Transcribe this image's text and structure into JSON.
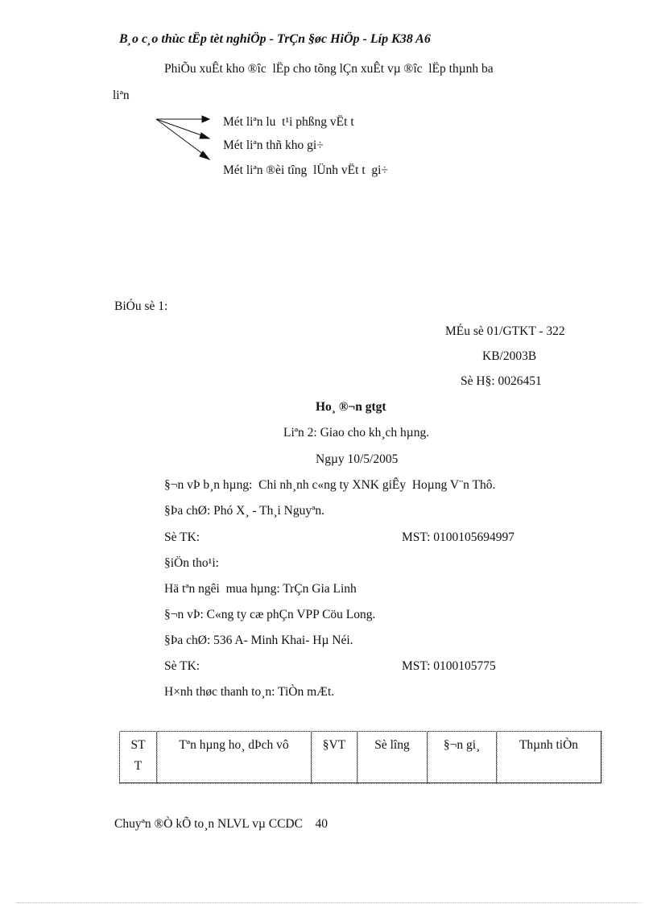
{
  "header": {
    "title": "B¸o c¸o thùc tËp tèt nghiÖp - TrÇn §øc HiÖp - Líp K38 A6"
  },
  "intro": {
    "line1": "PhiÕu xuÊt kho ®­îc  lËp cho tõng lÇn xuÊt vµ ®­îc  lËp thµnh ba",
    "line2": "liªn"
  },
  "copies": [
    "Mét liªn lu  t¹i phßng vËt t",
    "Mét liªn thñ kho gi÷",
    "Mét liªn ®èi tîng  lÜnh vËt t  gi÷"
  ],
  "figure": {
    "label": "BiÓu sè 1:"
  },
  "invoice": {
    "form_no": "MÉu sè 01/GTKT - 322",
    "series": "KB/2003B",
    "invoice_no": "Sè H§: 0026451",
    "title": "Ho¸ ®¬n gtgt",
    "copy": "Liªn 2: Giao cho kh¸ch hµng.",
    "date": "Ngµy 10/5/2005",
    "seller": {
      "name": "§¬n vÞ b¸n hµng:  Chi nh¸nh c«ng ty XNK giÊy  Hoµng V¨n Thô.",
      "address": "§Þa chØ: Phó X¸ - Th¸i Nguyªn.",
      "account_label": "Sè TK:",
      "tax_code": "MST: 0100105694997",
      "phone": "§iÖn tho¹i:"
    },
    "buyer": {
      "name": "Hä tªn ngêi  mua hµng: TrÇn Gia Linh",
      "unit": "§¬n vÞ: C«ng ty cæ phÇn VPP Cöu Long.",
      "address": "§Þa chØ: 536 A- Minh Khai- Hµ Néi.",
      "account_label": "Sè TK:",
      "tax_code": "MST: 0100105775",
      "payment": "H×nh thøc thanh to¸n: TiÒn mÆt."
    },
    "table": {
      "columns": [
        {
          "line1": "ST",
          "line2": "T",
          "width": 46
        },
        {
          "line1": "Tªn hµng ho¸  dÞch vô",
          "line2": "",
          "width": 192
        },
        {
          "line1": "§VT",
          "line2": "",
          "width": 57
        },
        {
          "line1": "Sè lîng",
          "line2": "",
          "width": 87
        },
        {
          "line1": "§¬n gi¸",
          "line2": "",
          "width": 86
        },
        {
          "line1": "Thµnh tiÒn",
          "line2": "",
          "width": 130
        }
      ]
    }
  },
  "footer": {
    "text": "Chuyªn ®Ò kÕ to¸n NLVL vµ CCDC    40"
  }
}
